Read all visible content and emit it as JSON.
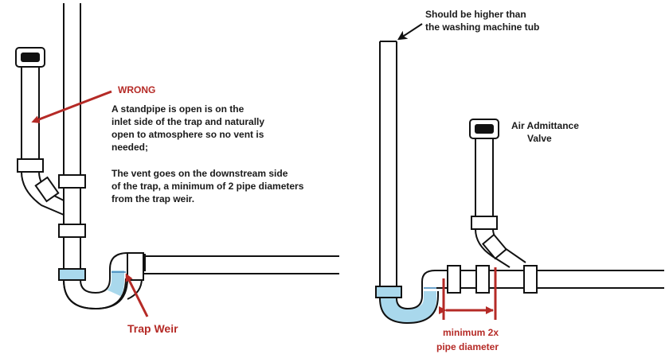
{
  "left_panel": {
    "wrong_label": "WRONG",
    "explanation_lines": [
      "A standpipe is open is on the",
      "inlet side of the trap and naturally",
      "open to atmosphere so no vent is",
      "needed;"
    ],
    "vent_lines": [
      "The vent goes on the downstream side",
      "of the trap, a minimum of 2 pipe diameters",
      "from the trap weir."
    ],
    "trap_weir_label": "Trap Weir"
  },
  "right_panel": {
    "height_note_lines": [
      "Should be higher than",
      "the washing machine tub"
    ],
    "valve_label_lines": [
      "Air Admittance",
      "Valve"
    ],
    "distance_label_lines": [
      "minimum 2x",
      "pipe diameter"
    ]
  },
  "colors": {
    "annotation_red": "#b52a26",
    "water_blue": "#a9d8ec",
    "pipe_outline": "#111111",
    "text_black": "#1a1a1a"
  },
  "icons": [
    "wrong-arrow-icon",
    "trap-weir-arrow-icon",
    "height-arrow-icon",
    "dimension-arrow-icon"
  ]
}
